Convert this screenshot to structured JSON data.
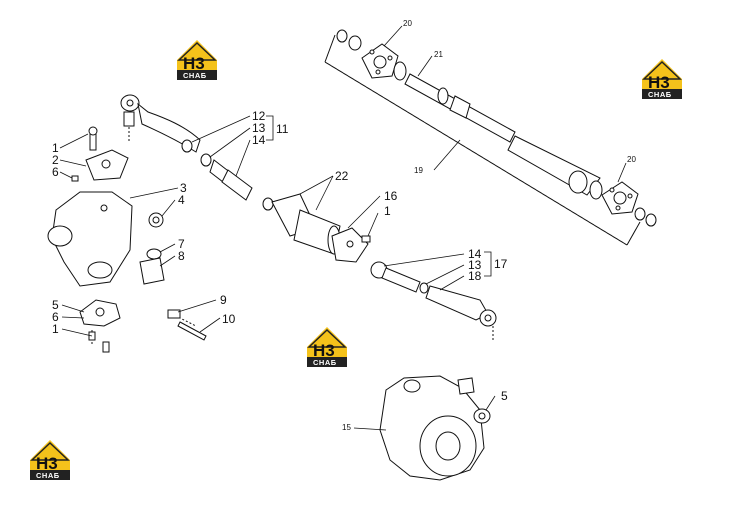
{
  "logo": {
    "mark": "H3",
    "text": "СНАБ",
    "accent": "#f4c21b",
    "dark": "#222222"
  },
  "callouts": {
    "c1a": "1",
    "c2": "2",
    "c6a": "6",
    "c3": "3",
    "c4": "4",
    "c7": "7",
    "c8": "8",
    "c5a": "5",
    "c6b": "6",
    "c1b": "1",
    "c9": "9",
    "c10": "10",
    "c12": "12",
    "c13a": "13",
    "c14a": "14",
    "c11": "11",
    "c22": "22",
    "c16": "16",
    "c1c": "1",
    "c14b": "14",
    "c13b": "13",
    "c18": "18",
    "c17": "17",
    "c5b": "5",
    "c15": "15",
    "c20a": "20",
    "c21": "21",
    "c19": "19",
    "c20b": "20"
  }
}
